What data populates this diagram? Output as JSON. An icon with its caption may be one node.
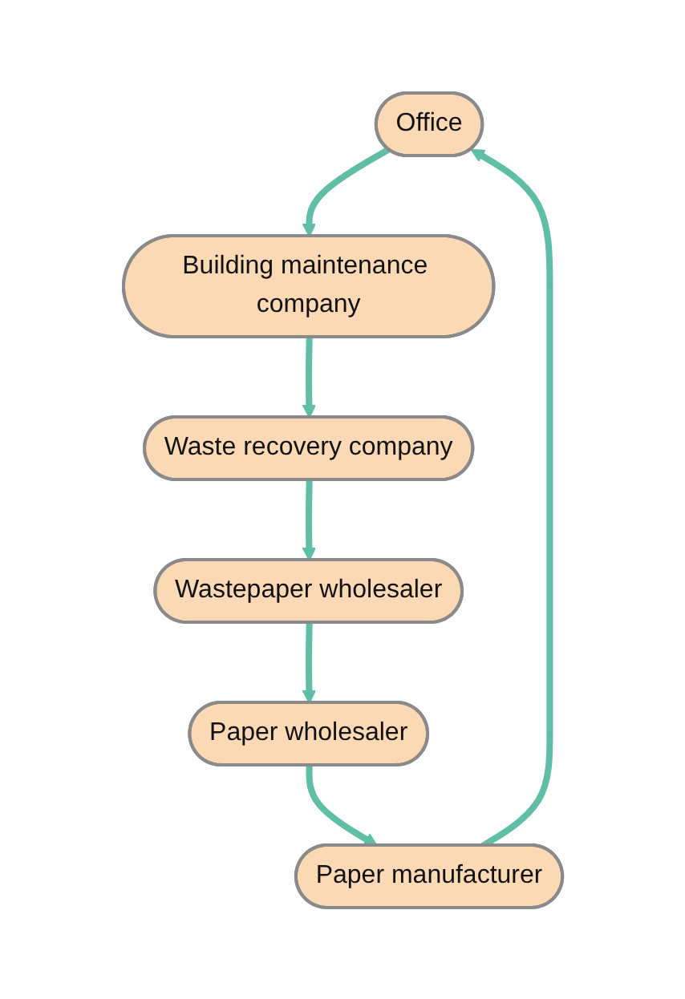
{
  "diagram": {
    "nodes": [
      {
        "text": [
          "Office"
        ]
      },
      {
        "text": [
          "Building maintenance company"
        ]
      },
      {
        "text": [
          "Waste recovery company"
        ]
      },
      {
        "text": [
          "Wastepaper wholesaler"
        ]
      },
      {
        "text": [
          "Paper wholesaler"
        ]
      },
      {
        "text": [
          "Paper manufacturer"
        ]
      }
    ],
    "edges": [
      {
        "from": 0,
        "to": 1,
        "arrow": "to"
      },
      {
        "from": 1,
        "to": 2,
        "arrow": "to"
      },
      {
        "from": 2,
        "to": 3,
        "arrow": "to"
      },
      {
        "from": 3,
        "to": 4,
        "arrow": "to"
      },
      {
        "from": 4,
        "to": 5,
        "arrow": "to"
      },
      {
        "from": 5,
        "to": 0,
        "arrow": "to"
      }
    ]
  }
}
